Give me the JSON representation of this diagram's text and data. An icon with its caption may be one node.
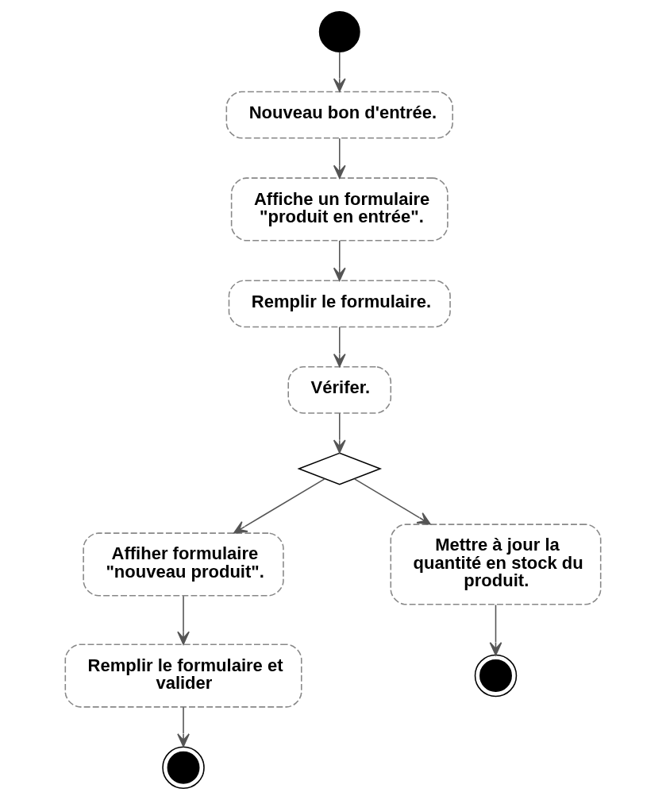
{
  "diagram": {
    "nodes": [
      {
        "text": [],
        "shape": "circle"
      },
      {
        "text": [
          "Nouveau bon d'entrée."
        ]
      },
      {
        "text": [
          "Affiche un formulaire \"produit en entrée\"."
        ]
      },
      {
        "text": [
          "Remplir le formulaire."
        ]
      },
      {
        "text": [
          "Vérifer."
        ]
      },
      {
        "text": [],
        "shape": "diamond"
      },
      {
        "text": [
          "Affiher formulaire \"nouveau produit\"."
        ]
      },
      {
        "text": [
          "Mettre à jour la quantité en stock du produit."
        ]
      },
      {
        "text": [
          "Remplir le formulaire et valider"
        ]
      },
      {
        "text": [],
        "shape": "bullseye"
      },
      {
        "text": [],
        "shape": "bullseye"
      }
    ],
    "edges": [
      {
        "from": 0,
        "to": 1,
        "arrow": "to"
      },
      {
        "from": 1,
        "to": 2,
        "arrow": "to"
      },
      {
        "from": 2,
        "to": 3,
        "arrow": "to"
      },
      {
        "from": 3,
        "to": 4,
        "arrow": "to"
      },
      {
        "from": 4,
        "to": 5,
        "arrow": "to"
      },
      {
        "from": 5,
        "to": 6,
        "arrow": "to"
      },
      {
        "from": 5,
        "to": 7,
        "arrow": "to"
      },
      {
        "from": 6,
        "to": 8,
        "arrow": "to"
      },
      {
        "from": 8,
        "to": 10,
        "arrow": "to"
      },
      {
        "from": 7,
        "to": 9,
        "arrow": "to"
      }
    ]
  }
}
